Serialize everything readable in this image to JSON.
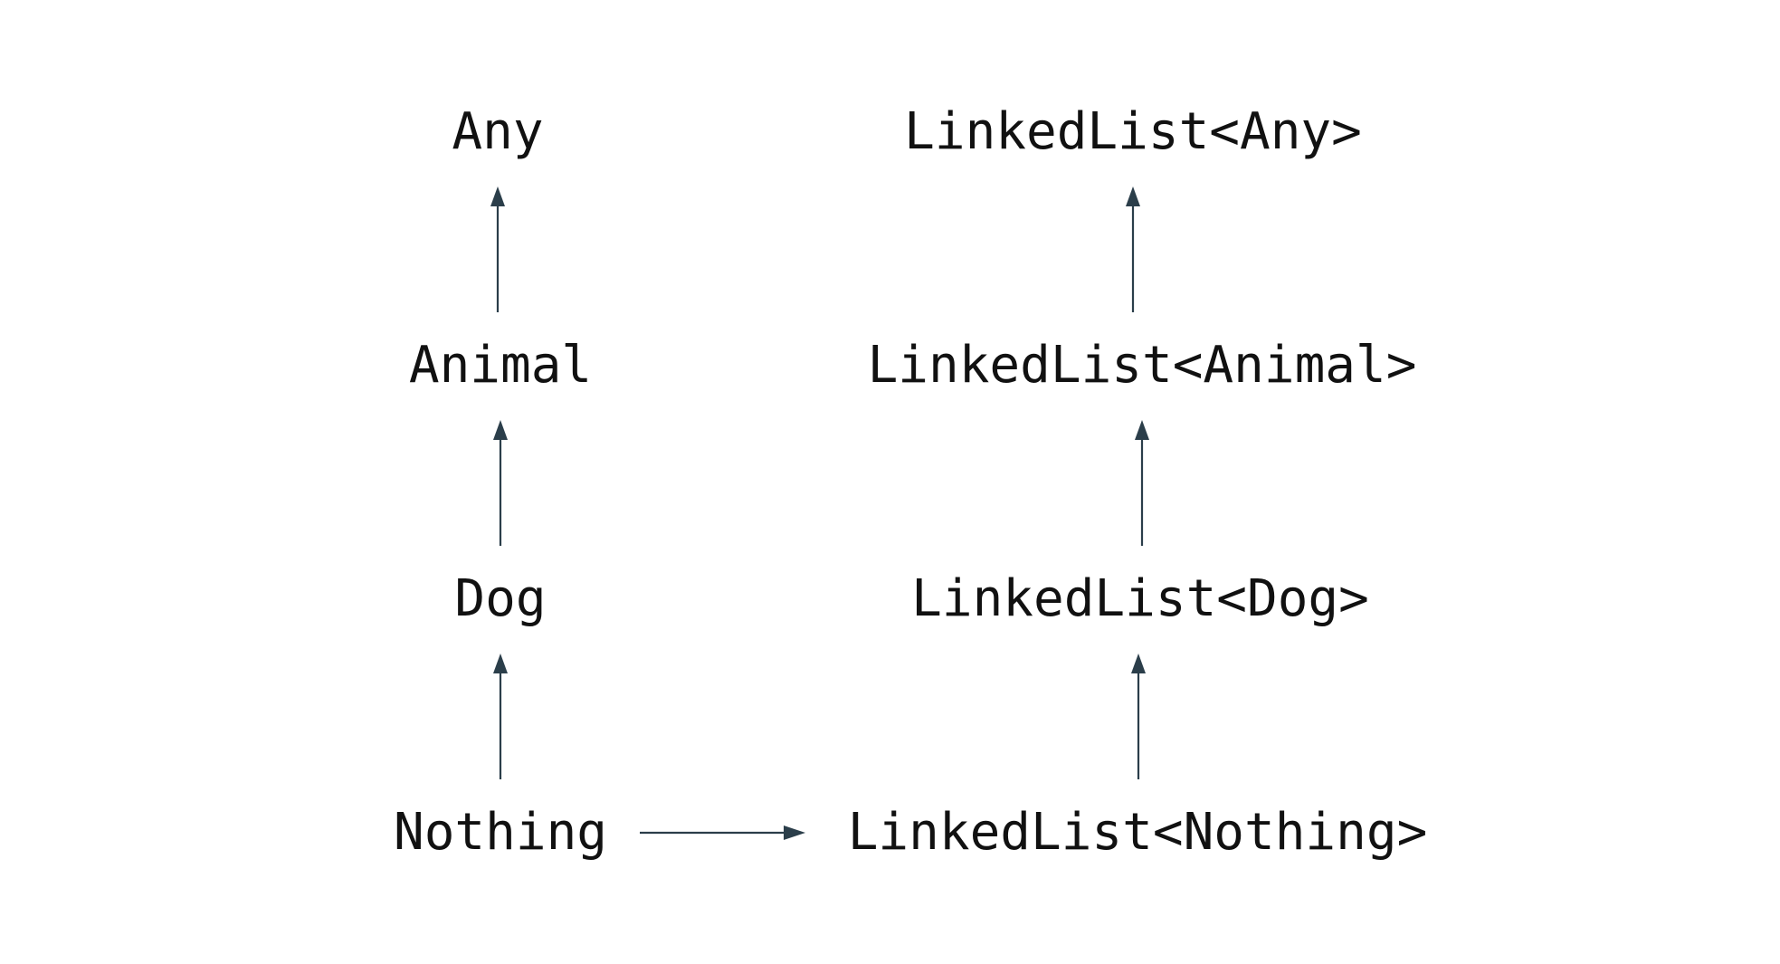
{
  "colors": {
    "text": "#111111",
    "arrow": "#2b3e4a",
    "background": "#ffffff"
  },
  "left_column": {
    "nodes": [
      "Any",
      "Animal",
      "Dog",
      "Nothing"
    ]
  },
  "right_column": {
    "nodes": [
      "LinkedList<Any>",
      "LinkedList<Animal>",
      "LinkedList<Dog>",
      "LinkedList<Nothing>"
    ]
  },
  "edges": [
    {
      "from": "Animal",
      "to": "Any"
    },
    {
      "from": "Dog",
      "to": "Animal"
    },
    {
      "from": "Nothing",
      "to": "Dog"
    },
    {
      "from": "LinkedList<Animal>",
      "to": "LinkedList<Any>"
    },
    {
      "from": "LinkedList<Dog>",
      "to": "LinkedList<Animal>"
    },
    {
      "from": "LinkedList<Nothing>",
      "to": "LinkedList<Dog>"
    },
    {
      "from": "Nothing",
      "to": "LinkedList<Nothing>"
    }
  ]
}
